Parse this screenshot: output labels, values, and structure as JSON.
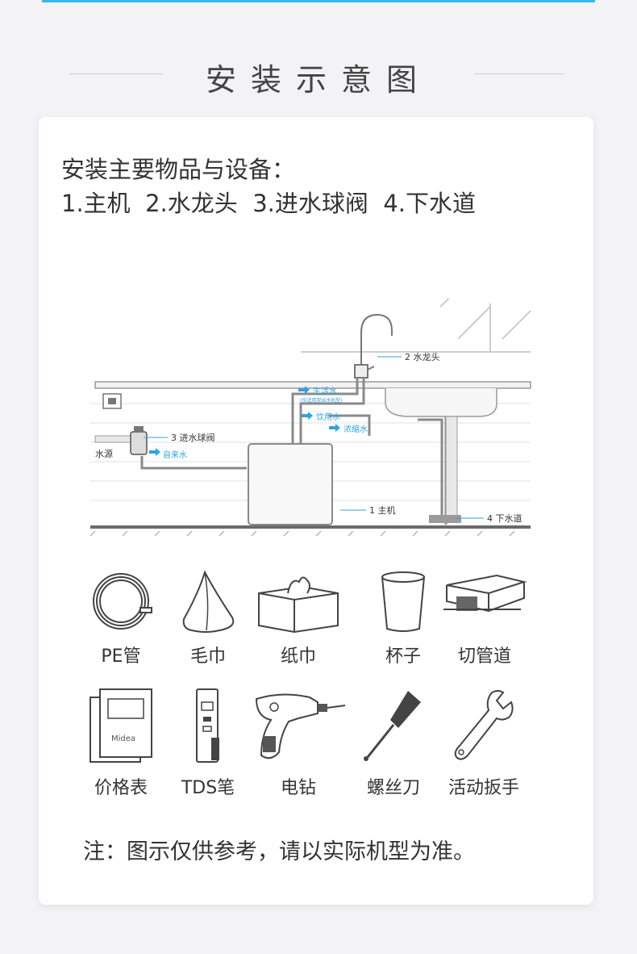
{
  "heading": {
    "title": "安装示意图"
  },
  "intro": {
    "line1": "安装主要物品与设备：",
    "line2": "1.主机  2.水龙头  3.进水球阀  4.下水道"
  },
  "diagram": {
    "faucet_label": "2 水龙头",
    "valve_label": "3 进水球阀",
    "source_label": "水源",
    "tap_water_label": "自来水",
    "living_water_label": "生活水",
    "living_water_note": "(仅适用双出水机型)",
    "drinking_water_label": "饮用水",
    "concentrate_label": "浓缩水",
    "host_label": "1 主机",
    "drain_label": "4 下水道",
    "accent_color": "#2fa3e0"
  },
  "tools_row1": [
    {
      "label": "PE管",
      "icon": "pe-tube-icon"
    },
    {
      "label": "毛巾",
      "icon": "towel-icon"
    },
    {
      "label": "纸巾",
      "icon": "tissue-box-icon"
    },
    {
      "label": "杯子",
      "icon": "cup-icon"
    },
    {
      "label": "切管道",
      "icon": "pipe-cutter-icon"
    }
  ],
  "tools_row2": [
    {
      "label": "价格表",
      "icon": "price-list-icon"
    },
    {
      "label": "TDS笔",
      "icon": "tds-pen-icon"
    },
    {
      "label": "电钻",
      "icon": "electric-drill-icon"
    },
    {
      "label": "螺丝刀",
      "icon": "screwdriver-icon"
    },
    {
      "label": "活动扳手",
      "icon": "wrench-icon"
    }
  ],
  "brand_mark": "Midea",
  "note": "注：图示仅供参考，请以实际机型为准。"
}
